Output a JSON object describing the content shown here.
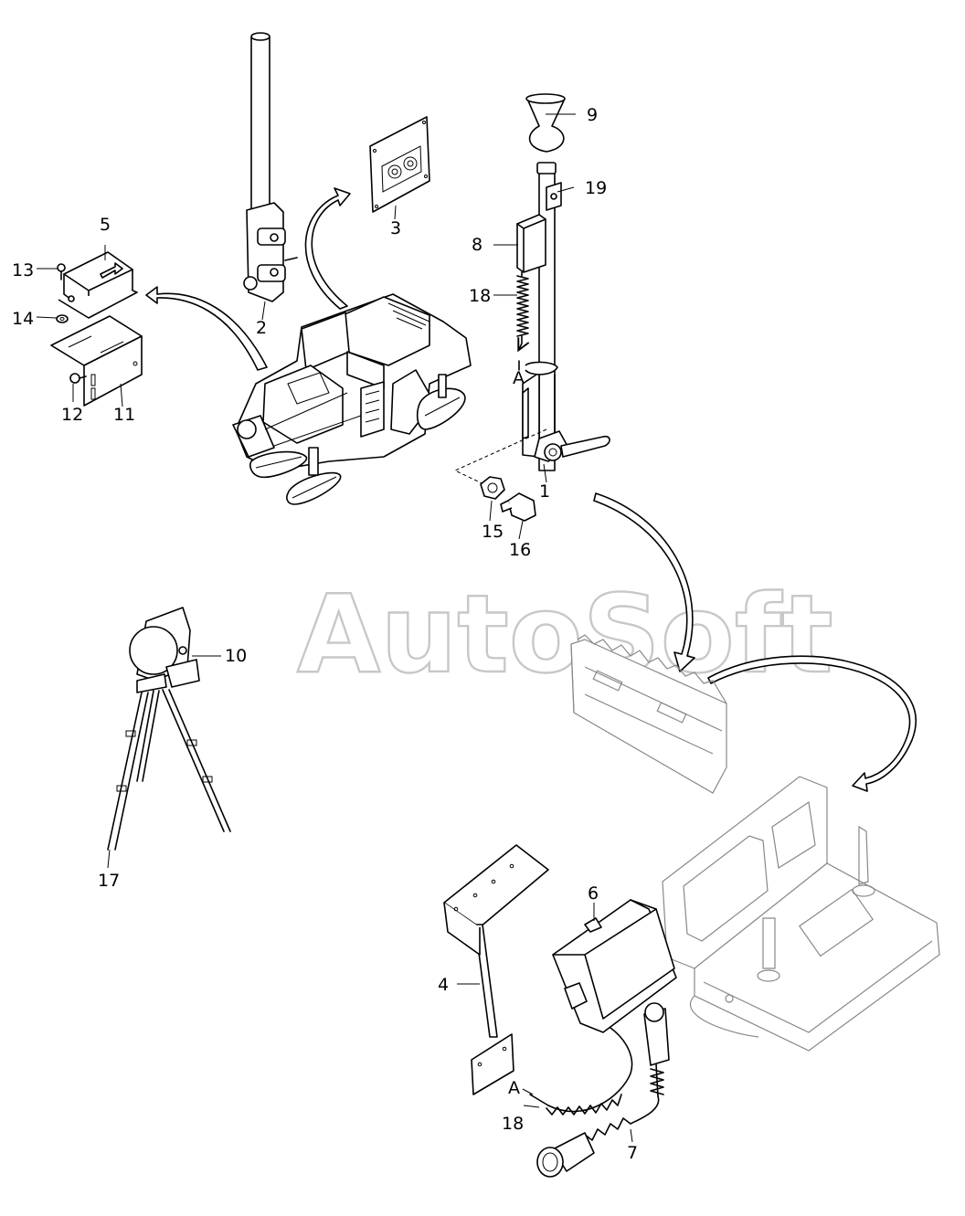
{
  "watermark": "AutoSoft",
  "callouts": {
    "c1": "1",
    "c2": "2",
    "c3": "3",
    "c4": "4",
    "c5": "5",
    "c6": "6",
    "c7": "7",
    "c8": "8",
    "c9": "9",
    "c10": "10",
    "c11": "11",
    "c12": "12",
    "c13": "13",
    "c14": "14",
    "c15": "15",
    "c16": "16",
    "c17": "17",
    "c18a": "18",
    "c18b": "18",
    "c19": "19",
    "refA1": "A",
    "refA2": "A"
  },
  "colors": {
    "line": "#000000",
    "ghost": "#888888",
    "watermark": "#c8c8c8"
  }
}
